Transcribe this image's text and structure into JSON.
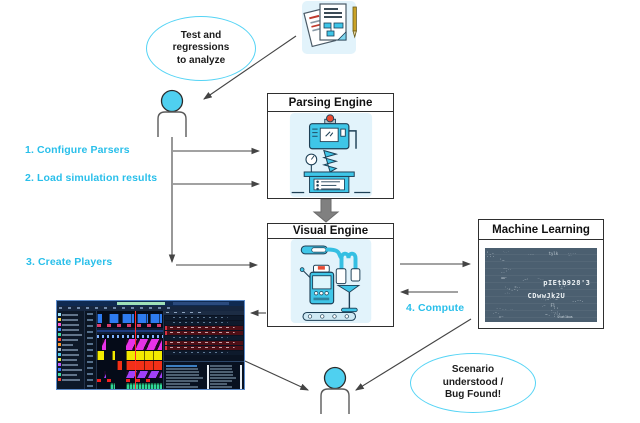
{
  "flow": {
    "input_bubble": {
      "line1": "Test and",
      "line2": "regressions",
      "line3": "to analyze"
    },
    "output_bubble": {
      "line1": "Scenario",
      "line2": "understood /",
      "line3": "Bug Found!"
    },
    "steps": {
      "step1": "1. Configure Parsers",
      "step2": "2. Load simulation results",
      "step3": "3. Create Players",
      "step4": "4. Compute"
    },
    "boxes": {
      "parsing_title": "Parsing Engine",
      "visual_title": "Visual Engine",
      "ml_title": "Machine Learning"
    },
    "colors": {
      "accent": "#29BFEA",
      "bubble_border": "#56D4F5",
      "arrow": "#444444",
      "clipart_cyan": "#3FC6E8",
      "ml_screen_bg": "#4B5F70"
    }
  },
  "ml_box": {
    "bg": "#4B5F70",
    "highlight1": "pIEtb928'3",
    "highlight2": "CDwwJk2U",
    "noise": [
      "...",
      "~--",
      "'':",
      ".-~",
      "=..",
      "-.",
      "--'",
      ".~.",
      ":''",
      "~-",
      ".--.",
      "-~'",
      "..",
      "'~",
      "-:-",
      ".'.",
      "--~",
      ".''",
      "~.",
      "-..-",
      "':'",
      ".~",
      "--",
      "'.-",
      "tylk",
      "Stat1bus",
      "Fl",
      "c~",
      "ww~",
      "..--.",
      "~''~",
      "-.-.",
      "'--",
      "~~..",
      "'..'",
      "--.."
    ]
  },
  "analyzer": {
    "cursor_color": "#FF2A2A",
    "cursor_pos_pct": 58,
    "tree_chips": [
      "#9ae6ff",
      "#ffd24a",
      "#ff5ad0",
      "#4a90ff",
      "#41e0a0",
      "#ff4a3a",
      "#ff9a2a",
      "#b0bec9",
      "#4fd0f0",
      "#e8e84a",
      "#c05aff",
      "#3a78ff",
      "#41e0a0",
      "#ff4a3a"
    ],
    "wave_rows": [
      {
        "h": 9,
        "c": "#2e7bf0",
        "fx": "blocks",
        "segs": [
          [
            0,
            8
          ],
          [
            18,
            16
          ],
          [
            38,
            18
          ],
          [
            60,
            18
          ],
          [
            81,
            17
          ]
        ]
      },
      {
        "h": 3,
        "c": "#d83a6a",
        "fx": "ticks",
        "segs": [
          [
            0,
            100
          ]
        ]
      },
      {
        "h": 6,
        "c": "#2a58c8",
        "fx": "line",
        "segs": [
          [
            0,
            100
          ]
        ]
      },
      {
        "h": 3,
        "c": "#7fb2ff",
        "fx": "ticksfine",
        "segs": [
          [
            0,
            100
          ]
        ]
      },
      {
        "h": 11,
        "c": "#e832e8",
        "fx": "saw",
        "segs": [
          [
            8,
            6
          ],
          [
            44,
            54
          ]
        ]
      },
      {
        "h": 9,
        "c": "#f2ea00",
        "fx": "blocks",
        "segs": [
          [
            0,
            10
          ],
          [
            22,
            6
          ],
          [
            44,
            54
          ]
        ]
      },
      {
        "h": 9,
        "c": "#f23018",
        "fx": "blocks",
        "segs": [
          [
            30,
            8
          ],
          [
            44,
            54
          ]
        ]
      },
      {
        "h": 7,
        "c": "#a040f8",
        "fx": "saw",
        "segs": [
          [
            10,
            4
          ],
          [
            44,
            54
          ]
        ]
      },
      {
        "h": 3,
        "c": "#f02020",
        "fx": "ticks",
        "segs": [
          [
            0,
            30
          ],
          [
            44,
            40
          ]
        ]
      },
      {
        "h": 6,
        "c": "#2fd898",
        "fx": "bars",
        "segs": [
          [
            20,
            8
          ],
          [
            44,
            54
          ]
        ]
      }
    ],
    "log_rows": [
      "dim",
      "dim",
      "red",
      "red",
      "dim",
      "red",
      "red",
      "dim"
    ],
    "list_rows_col_a": 8,
    "list_rows_col_b": 8
  }
}
